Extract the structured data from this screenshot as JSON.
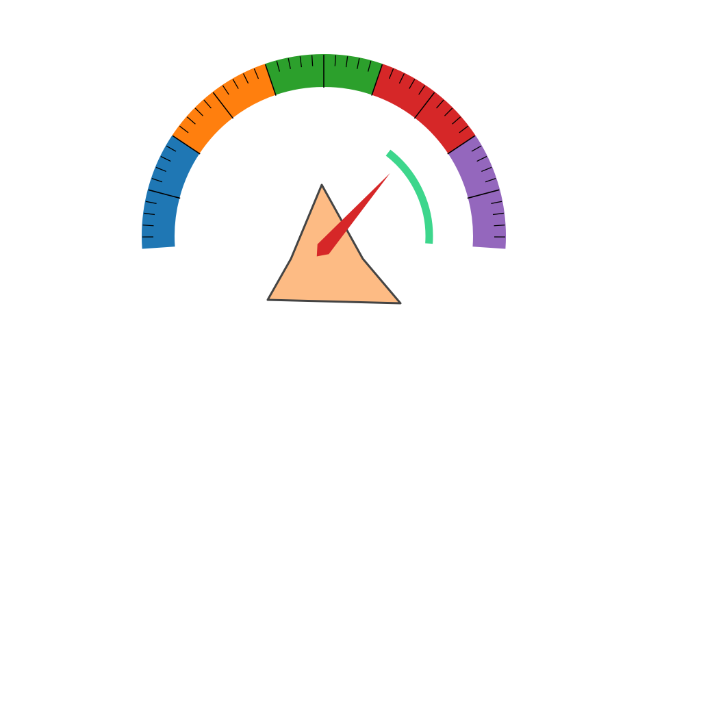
{
  "chart_data": {
    "type": "gauge",
    "title": "",
    "range": [
      0,
      100
    ],
    "bands": [
      {
        "from": 0,
        "to": 20,
        "color": "#1f77b4"
      },
      {
        "from": 20,
        "to": 40,
        "color": "#ff7f0e"
      },
      {
        "from": 40,
        "to": 60,
        "color": "#2ca02c"
      },
      {
        "from": 60,
        "to": 80,
        "color": "#d62728"
      },
      {
        "from": 80,
        "to": 100,
        "color": "#9467bd"
      }
    ],
    "ticks": {
      "major_every": 10,
      "minor_every": 2,
      "color": "#000000"
    },
    "needle": {
      "value": 72,
      "color": "#d62728"
    },
    "value_arc": {
      "from": 70,
      "to": 100,
      "color": "#3dd68c"
    },
    "hub": {
      "shape": "triangle",
      "fill": "#fdbb84",
      "stroke": "#444444"
    }
  }
}
